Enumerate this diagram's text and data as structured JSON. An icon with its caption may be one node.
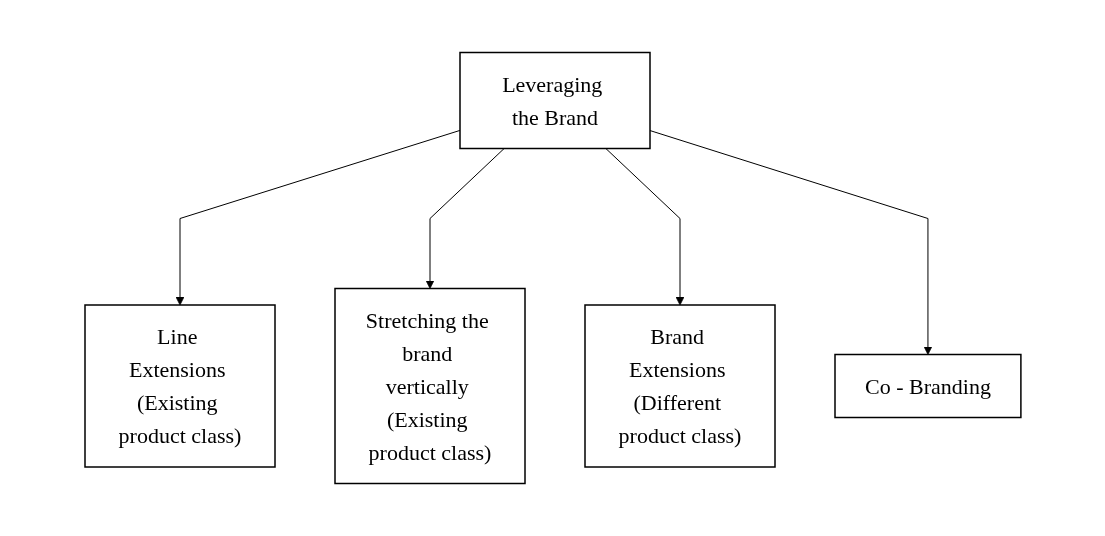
{
  "diagram": {
    "nodes": [
      {
        "text": [
          "Leveraging the Brand"
        ]
      },
      {
        "text": [
          "Line Extensions (Existing product class)"
        ]
      },
      {
        "text": [
          "Stretching the brand vertically (Existing product class)"
        ]
      },
      {
        "text": [
          "Brand Extensions (Different product class)"
        ]
      },
      {
        "text": [
          "Co - Branding"
        ]
      }
    ],
    "edges": [
      {
        "from": 0,
        "to": 1,
        "arrow": "to"
      },
      {
        "from": 0,
        "to": 2,
        "arrow": "to"
      },
      {
        "from": 0,
        "to": 3,
        "arrow": "to"
      },
      {
        "from": 0,
        "to": 4,
        "arrow": "to"
      }
    ]
  }
}
